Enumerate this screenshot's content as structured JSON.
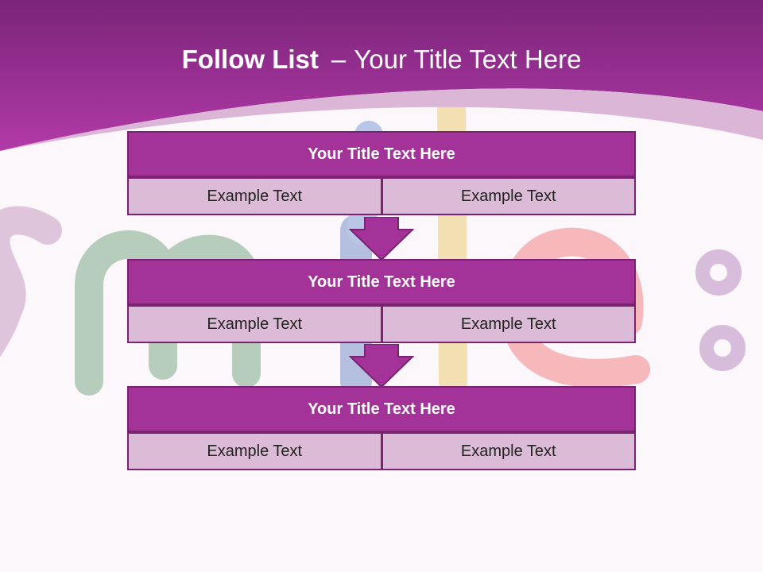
{
  "slide": {
    "title_bold": "Follow List",
    "title_sep": "–",
    "title_rest": "Your Title Text Here",
    "background_word": "smile:",
    "colors": {
      "header": "#a0319a",
      "block_title": "#a33399",
      "cell": "#dcbbd7",
      "border": "#7b2272"
    }
  },
  "blocks": [
    {
      "title": "Your Title Text Here",
      "left": "Example Text",
      "right": "Example Text"
    },
    {
      "title": "Your Title Text Here",
      "left": "Example Text",
      "right": "Example Text"
    },
    {
      "title": "Your Title Text Here",
      "left": "Example Text",
      "right": "Example Text"
    }
  ]
}
